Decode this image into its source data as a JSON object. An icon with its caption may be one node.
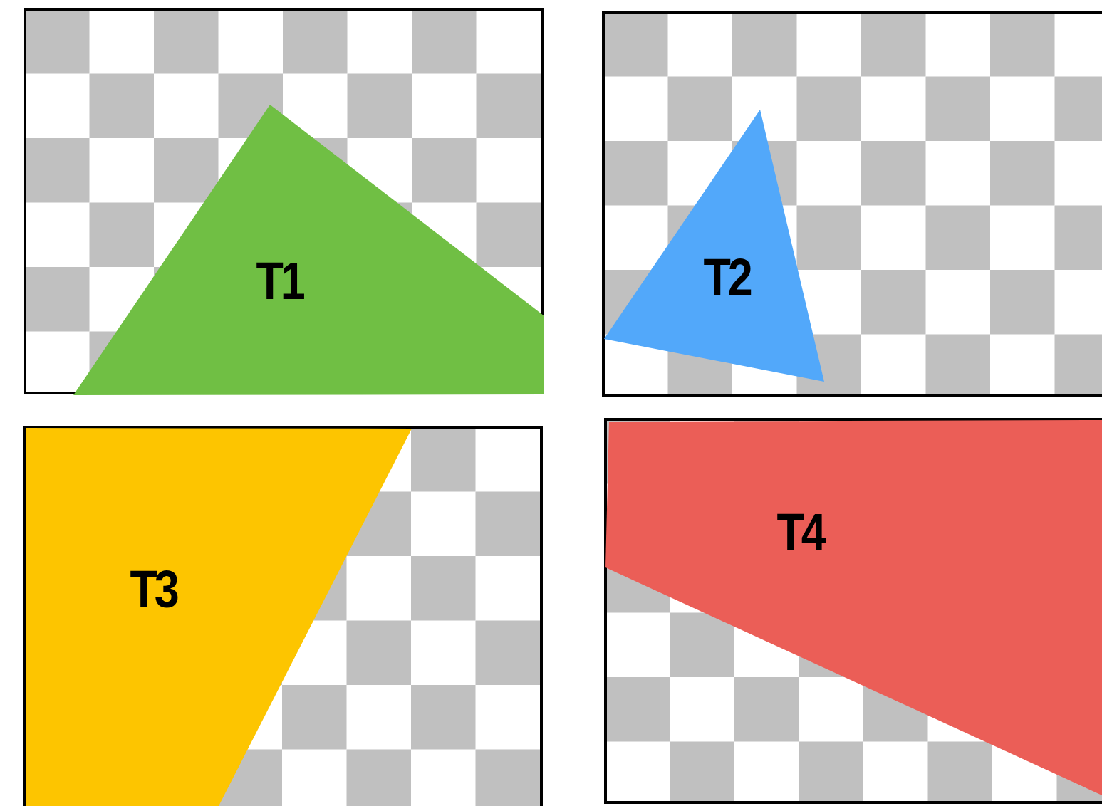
{
  "diagram": {
    "nodes": [
      {
        "text": [
          "T1"
        ]
      },
      {
        "text": [
          "T2"
        ]
      },
      {
        "text": [
          "T3"
        ]
      },
      {
        "text": [
          "T4"
        ]
      }
    ]
  }
}
